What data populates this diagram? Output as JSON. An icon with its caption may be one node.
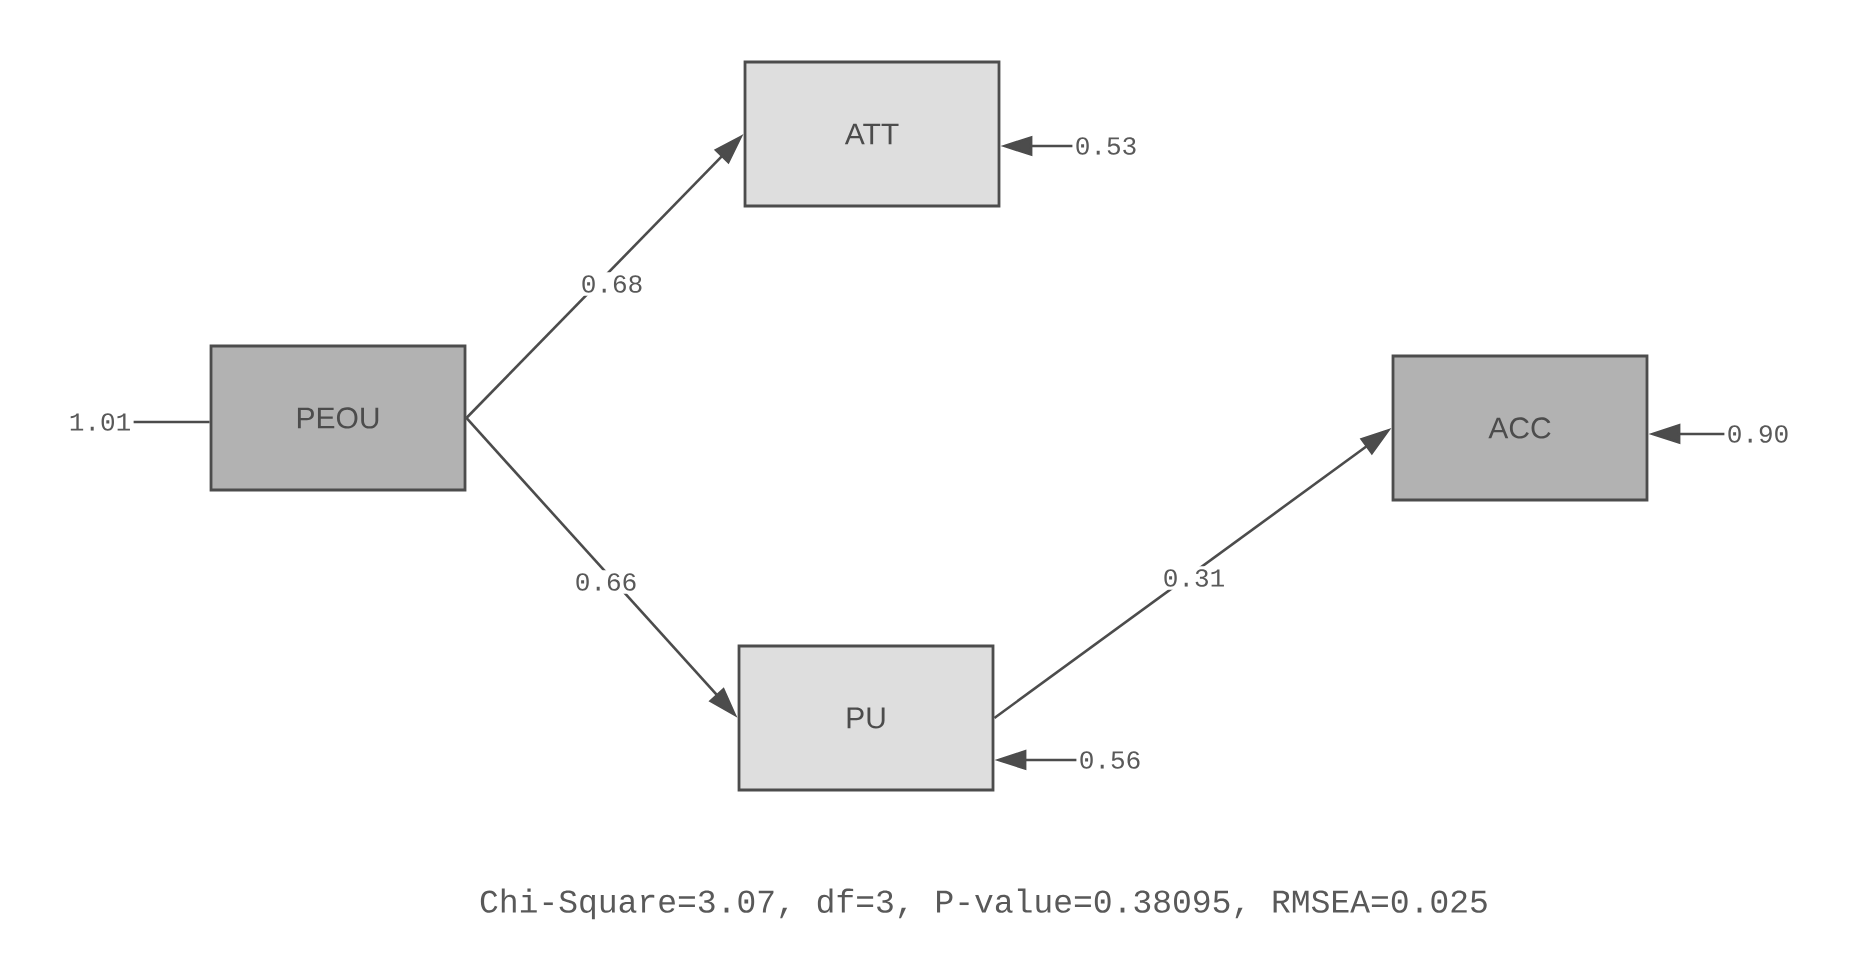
{
  "diagram": {
    "nodes": [
      {
        "text": [
          "PEOU"
        ]
      },
      {
        "text": [
          "ATT"
        ]
      },
      {
        "text": [
          "PU"
        ]
      },
      {
        "text": [
          "ACC"
        ]
      },
      {
        "text": [
          "1.01"
        ]
      },
      {
        "text": [
          "0.53"
        ]
      },
      {
        "text": [
          "0.56"
        ]
      },
      {
        "text": [
          "0.90"
        ]
      }
    ],
    "edges": [
      {
        "from": 0,
        "to": 1,
        "arrow": "to",
        "label": "0.68"
      },
      {
        "from": 0,
        "to": 2,
        "arrow": "to",
        "label": "0.66"
      },
      {
        "from": 2,
        "to": 3,
        "arrow": "to",
        "label": "0.31"
      },
      {
        "from": 4,
        "to": 0,
        "arrow": "none"
      },
      {
        "from": 5,
        "to": 1,
        "arrow": "to"
      },
      {
        "from": 6,
        "to": 2,
        "arrow": "to"
      },
      {
        "from": 7,
        "to": 3,
        "arrow": "to"
      }
    ],
    "labels": [
      "Chi-Square=3.07, df=3, P-value=0.38095, RMSEA=0.025"
    ]
  }
}
